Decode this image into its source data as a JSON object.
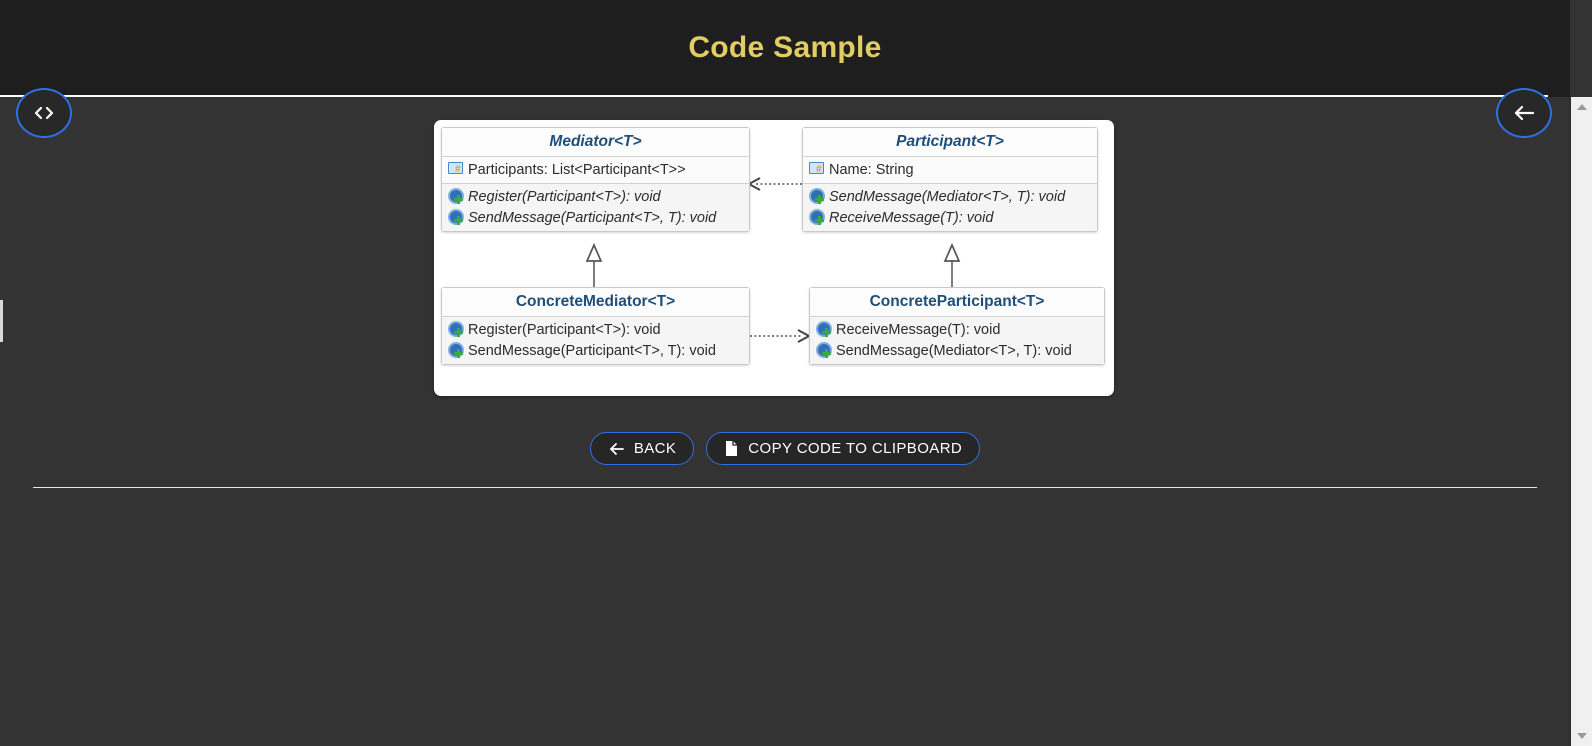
{
  "header": {
    "title": "Code Sample",
    "title_color": "#e3cc62",
    "background": "#1e1e1e"
  },
  "floating_buttons": [
    {
      "name": "code-toggle",
      "icon": "code-icon",
      "label": "<>"
    },
    {
      "name": "back-navigation",
      "icon": "arrow-left-icon",
      "label": ""
    }
  ],
  "diagram": {
    "type": "uml-class-diagram",
    "title_color": "#1f4e79",
    "classes": [
      {
        "id": "mediator",
        "name": "Mediator<T>",
        "abstract": true,
        "attributes": [
          {
            "icon": "property-icon",
            "text": "Participants: List<Participant<T>>"
          }
        ],
        "methods": [
          {
            "icon": "method-icon",
            "text": "Register(Participant<T>): void",
            "abstract": true
          },
          {
            "icon": "method-icon",
            "text": "SendMessage(Participant<T>, T): void",
            "abstract": true
          }
        ]
      },
      {
        "id": "participant",
        "name": "Participant<T>",
        "abstract": true,
        "attributes": [
          {
            "icon": "property-icon",
            "text": "Name: String"
          }
        ],
        "methods": [
          {
            "icon": "method-icon",
            "text": "SendMessage(Mediator<T>, T): void",
            "abstract": true
          },
          {
            "icon": "method-icon",
            "text": "ReceiveMessage(T): void",
            "abstract": true
          }
        ]
      },
      {
        "id": "concrete-mediator",
        "name": "ConcreteMediator<T>",
        "abstract": false,
        "attributes": [],
        "methods": [
          {
            "icon": "method-icon",
            "text": "Register(Participant<T>): void",
            "abstract": false
          },
          {
            "icon": "method-icon",
            "text": "SendMessage(Participant<T>, T): void",
            "abstract": false
          }
        ]
      },
      {
        "id": "concrete-participant",
        "name": "ConcreteParticipant<T>",
        "abstract": false,
        "attributes": [],
        "methods": [
          {
            "icon": "method-icon",
            "text": "ReceiveMessage(T): void",
            "abstract": false
          },
          {
            "icon": "method-icon",
            "text": "SendMessage(Mediator<T>, T): void",
            "abstract": false
          }
        ]
      }
    ],
    "relationships": [
      {
        "from": "participant",
        "to": "mediator",
        "kind": "dependency",
        "style": "dotted-open-arrow"
      },
      {
        "from": "concrete-mediator",
        "to": "mediator",
        "kind": "inheritance",
        "style": "solid-hollow-triangle"
      },
      {
        "from": "concrete-participant",
        "to": "participant",
        "kind": "inheritance",
        "style": "solid-hollow-triangle"
      },
      {
        "from": "concrete-mediator",
        "to": "concrete-participant",
        "kind": "dependency",
        "style": "dotted-open-arrow"
      }
    ]
  },
  "actions": {
    "back_label": "BACK",
    "back_icon": "arrow-left-icon",
    "copy_label": "COPY CODE TO CLIPBOARD",
    "copy_icon": "file-copy-icon",
    "accent_color": "#2f6fe0"
  },
  "scrollbar": {
    "up_icon": "triangle-up-icon",
    "down_icon": "triangle-down-icon"
  }
}
